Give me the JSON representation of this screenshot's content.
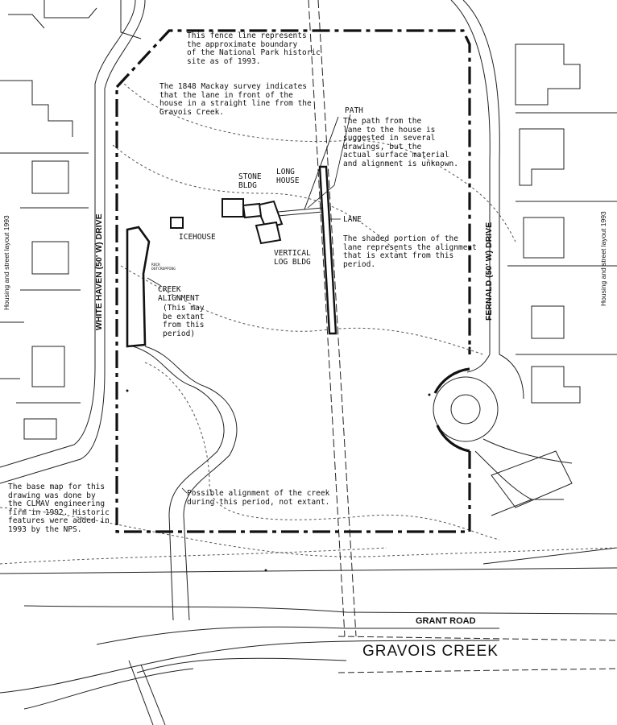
{
  "annotations": {
    "fence_note": "This fence line represents\nthe approximate boundary\nof the National Park historic\nsite as of 1993.",
    "survey_note": "The 1848 Mackay survey indicates\nthat the lane in front of the\nhouse in a straight line from the\nGravois Creek.",
    "path_title": "PATH",
    "path_note": "The path from the\nlane to the house is\nsuggested in several\ndrawings, but the\nactual surface material\nand alignment is unknown.",
    "lane_title": "LANE",
    "lane_note": "The shaded portion of the\nlane represents the alignment\nthat is extant from this\nperiod.",
    "creek_title": "CREEK\nALIGNMENT",
    "creek_note": "(This may\nbe extant\nfrom this\nperiod)",
    "rock_outcropping": "ROCK\nOUTCROPPING",
    "possible_creek": "Possible alignment of the creek\nduring this period, not extant.",
    "base_map_note": "The base map for this\ndrawing was done by\nthe CLMAV engineering\nfirm in 1992. Historic\nfeatures were added in\n1993 by the NPS."
  },
  "buildings": {
    "stone_bldg": "STONE\nBLDG",
    "long_house": "LONG\nHOUSE",
    "icehouse": "ICEHOUSE",
    "vertical_log_bldg": "VERTICAL\nLOG BLDG"
  },
  "streets": {
    "white_haven": "WHITE HAVEN (50' W) DRIVE",
    "fernald": "FERNALD (50' W) DRIVE",
    "grant_road": "GRANT ROAD",
    "gravois_creek": "GRAVOIS CREEK"
  },
  "side_labels": {
    "left": "Housing and street layout 1993",
    "right": "Housing and street layout 1993"
  }
}
